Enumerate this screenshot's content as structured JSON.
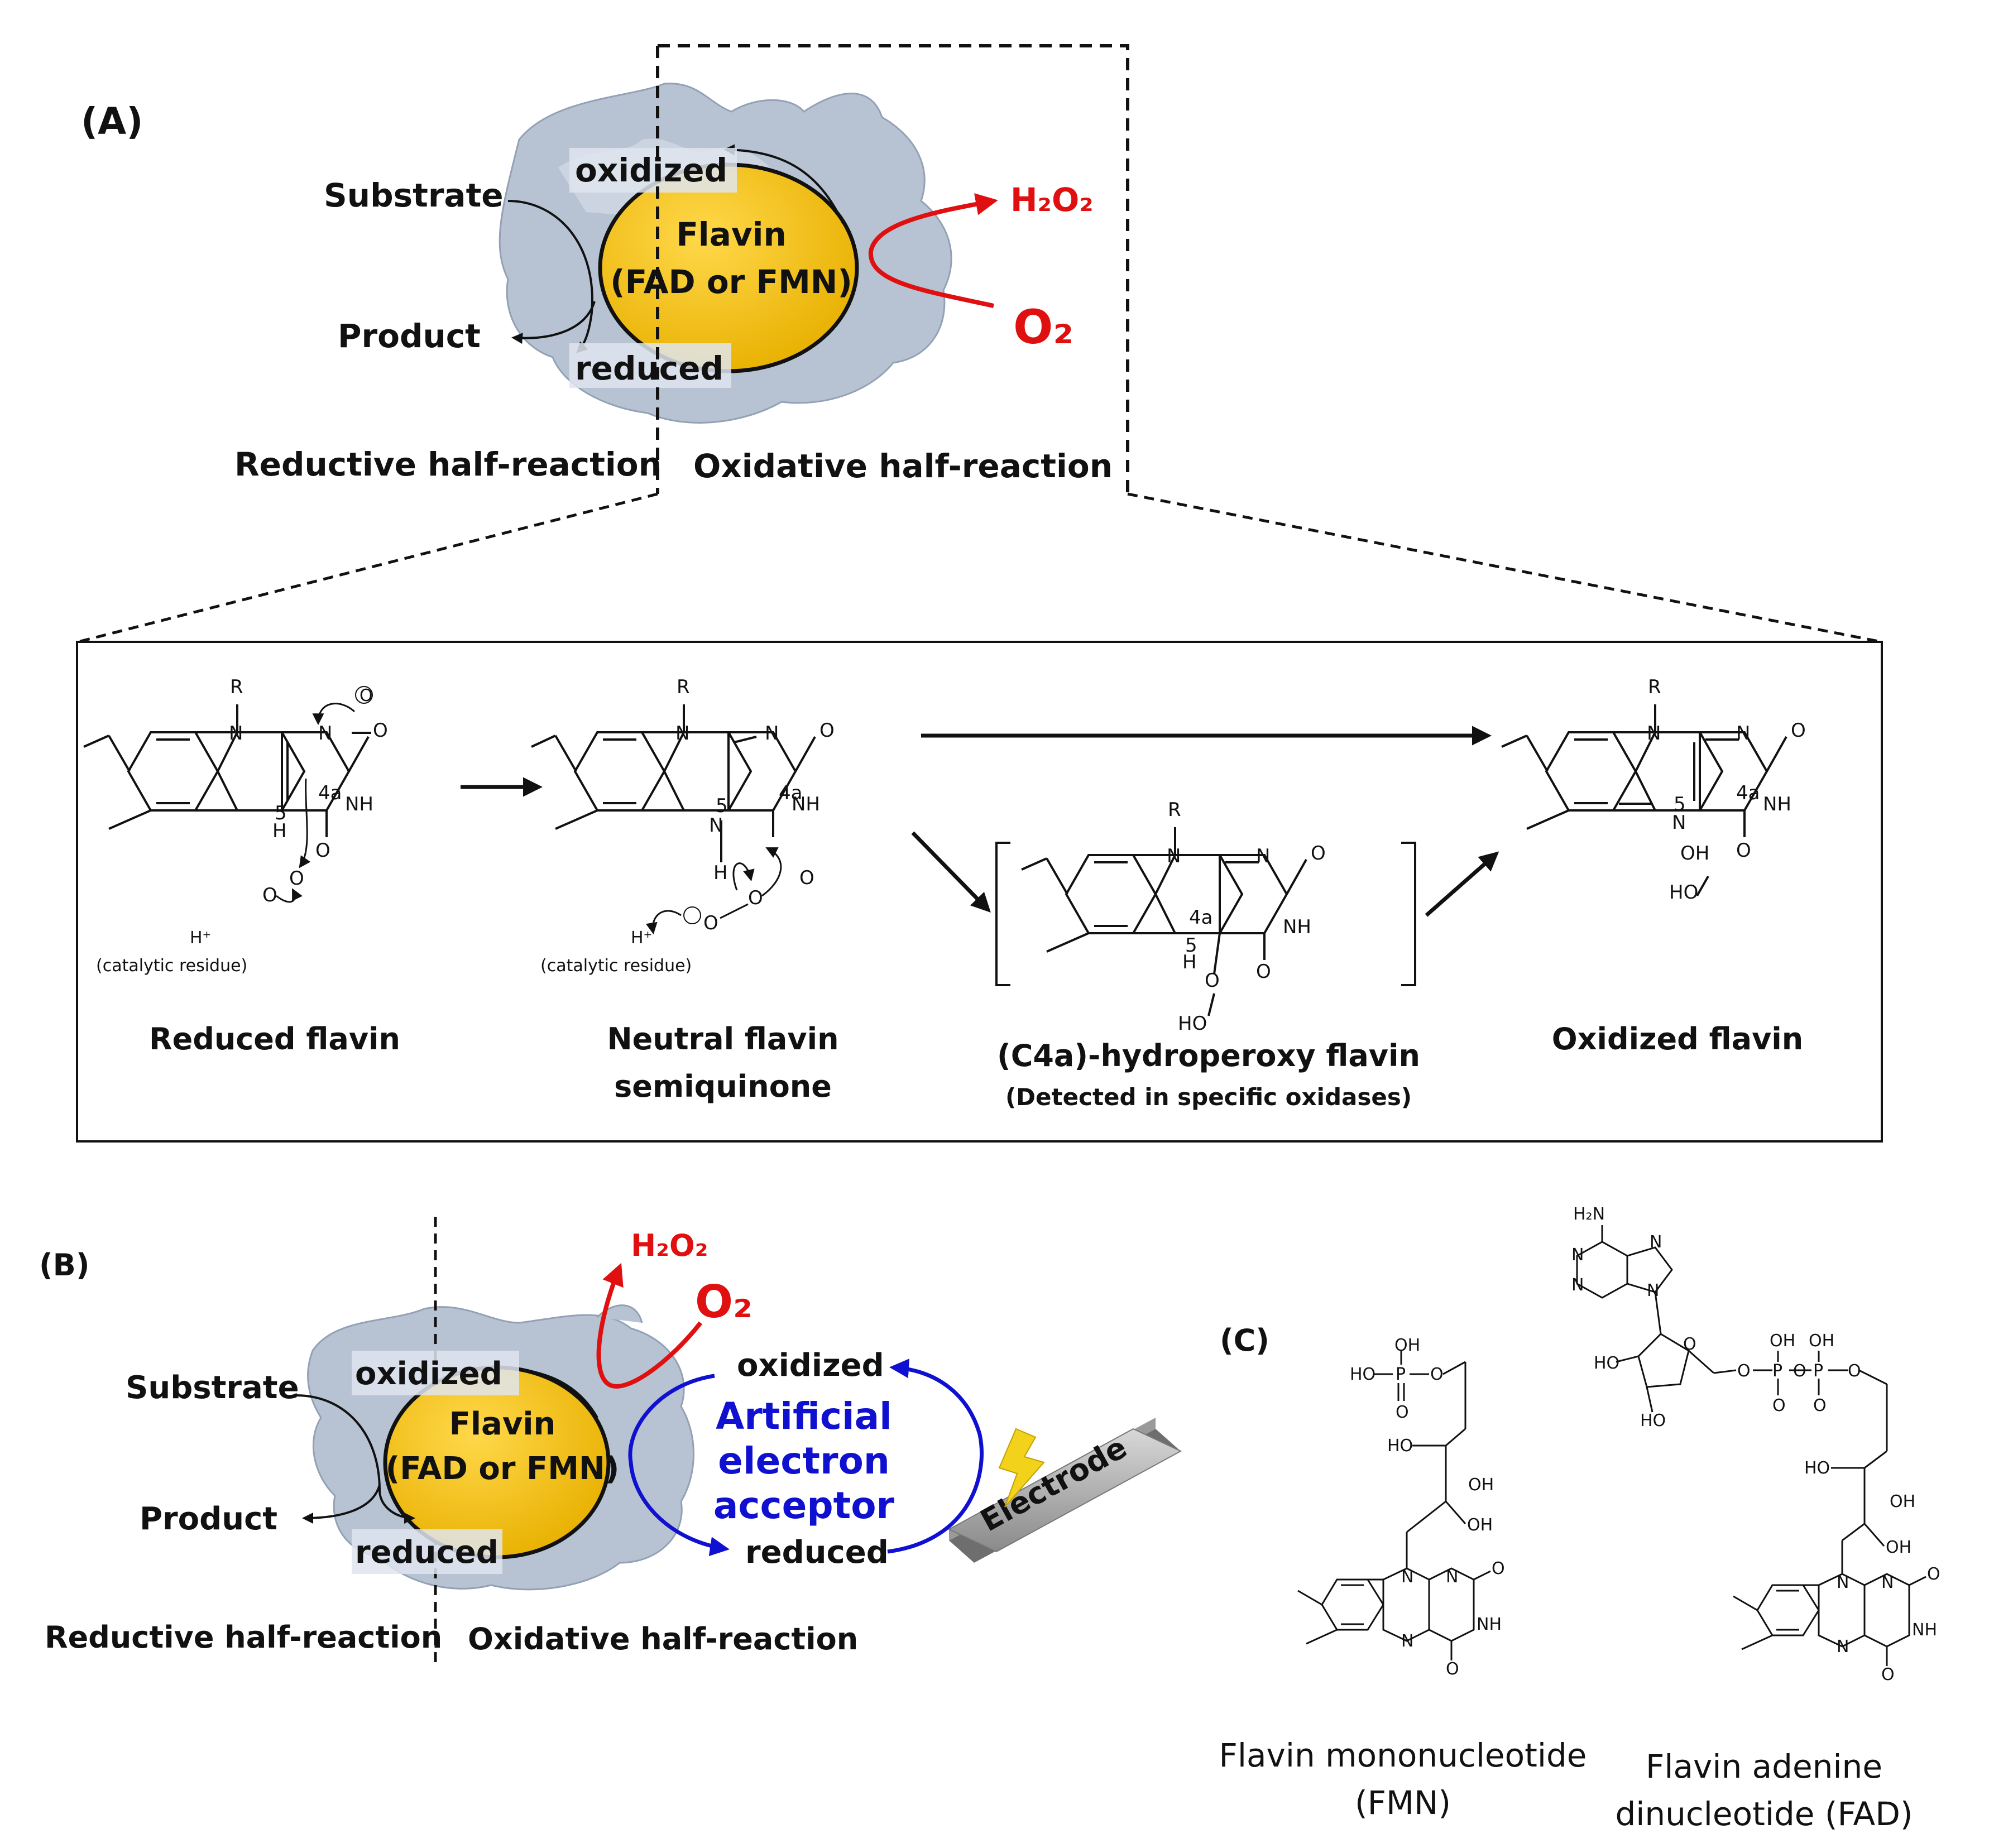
{
  "panel_a": {
    "tag": "(A)",
    "oxidized": "oxidized",
    "reduced": "reduced",
    "flavin_line1": "Flavin",
    "flavin_line2": "(FAD or FMN)",
    "substrate": "Substrate",
    "product": "Product",
    "h2o2": "H₂O₂",
    "o2": "O₂",
    "reductive": "Reductive half-reaction",
    "oxidative": "Oxidative half-reaction"
  },
  "mechanism": {
    "reduced_flavin": "Reduced flavin",
    "semiquinone_line1": "Neutral flavin",
    "semiquinone_line2": "semiquinone",
    "hydroperoxy": "(C4a)-hydroperoxy flavin",
    "hydroperoxy_note": "(Detected in specific oxidases)",
    "oxidized_flavin": "Oxidized flavin",
    "catalytic_residue": "(catalytic residue)",
    "h_plus": "H⁺",
    "atom_R": "R",
    "atom_N": "N",
    "atom_NH": "NH",
    "atom_H": "H",
    "atom_O": "O",
    "atom_OH": "OH",
    "atom_HO": "HO",
    "num_5": "5",
    "num_4a": "4a"
  },
  "panel_b": {
    "tag": "(B)",
    "oxidized": "oxidized",
    "reduced": "reduced",
    "flavin_line1": "Flavin",
    "flavin_line2": "(FAD or FMN)",
    "substrate": "Substrate",
    "product": "Product",
    "h2o2": "H₂O₂",
    "o2": "O₂",
    "acceptor_oxidized": "oxidized",
    "acceptor_reduced": "reduced",
    "acceptor_line1": "Artificial",
    "acceptor_line2": "electron",
    "acceptor_line3": "acceptor",
    "electrode": "Electrode",
    "reductive": "Reductive half-reaction",
    "oxidative": "Oxidative half-reaction"
  },
  "panel_c": {
    "tag": "(C)",
    "fmn_line1": "Flavin mononucleotide",
    "fmn_line2": "(FMN)",
    "fad_line1": "Flavin adenine",
    "fad_line2": "dinucleotide (FAD)",
    "h2n": "H₂N",
    "p": "P",
    "ho": "HO",
    "oh": "OH",
    "o": "O",
    "n": "N",
    "nh": "NH"
  },
  "colors": {
    "flavin": "#f5c01f",
    "protein": "#b7c3d3",
    "oxygen_arrow": "#e01010",
    "acceptor_arrow": "#1010d0",
    "lightning": "#f2d21a"
  }
}
